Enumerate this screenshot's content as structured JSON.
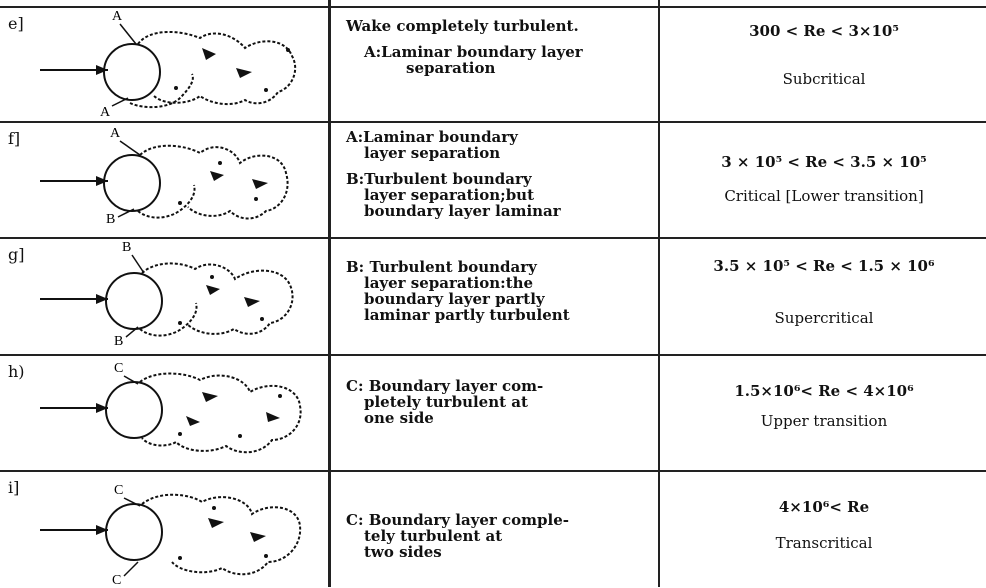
{
  "rows": [
    {
      "tag": "e]",
      "labels": [
        "A",
        "A"
      ],
      "desc": [
        "Wake completely turbulent.",
        "A:Laminar boundary layer",
        "separation"
      ],
      "re": "300 < Re < 3×10⁵",
      "regime": "Subcritical"
    },
    {
      "tag": "f]",
      "labels": [
        "A",
        "B"
      ],
      "desc": [
        "A:Laminar boundary",
        "layer separation",
        "B:Turbulent boundary",
        "layer separation;but",
        "boundary layer laminar"
      ],
      "re": "3 × 10⁵ < Re < 3.5 × 10⁵",
      "regime": "Critical [Lower transition]"
    },
    {
      "tag": "g]",
      "labels": [
        "B",
        "B"
      ],
      "desc": [
        "B: Turbulent boundary",
        "layer separation:the",
        "boundary layer partly",
        "laminar partly turbulent"
      ],
      "re": "3.5 × 10⁵ < Re < 1.5 × 10⁶",
      "regime": "Supercritical"
    },
    {
      "tag": "h)",
      "labels": [
        "C"
      ],
      "desc": [
        "C: Boundary layer com-",
        "pletely turbulent at",
        "one side"
      ],
      "re": "1.5×10⁶< Re < 4×10⁶",
      "regime": "Upper transition"
    },
    {
      "tag": "i]",
      "labels": [
        "C",
        "C"
      ],
      "desc": [
        "C: Boundary layer comple-",
        "tely turbulent at",
        "two sides"
      ],
      "re": "4×10⁶< Re",
      "regime": "Transcritical"
    }
  ]
}
